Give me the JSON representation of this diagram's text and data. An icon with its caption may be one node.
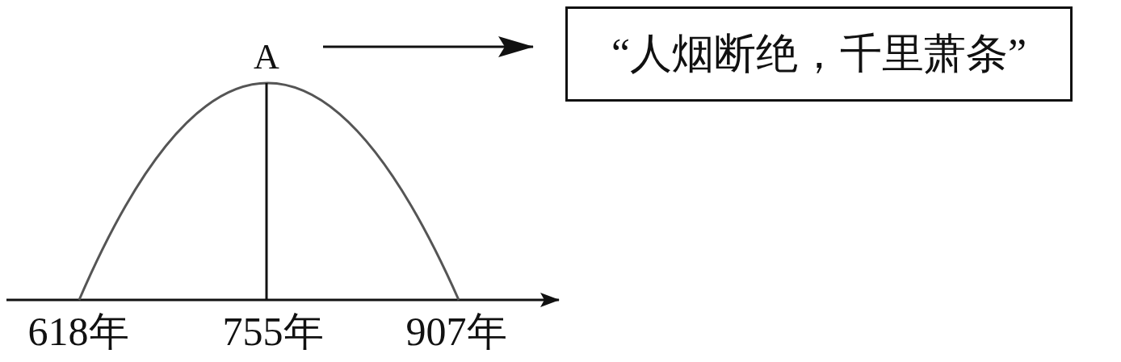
{
  "diagram": {
    "nodes": [
      {
        "text": [
          "A"
        ]
      },
      {
        "text": [
          "“人烟断绝，千里萧条”"
        ]
      }
    ],
    "edges": [
      {
        "from": 0,
        "to": 1,
        "arrow": "to"
      }
    ],
    "labels": [
      "618年",
      "755年",
      "907年"
    ]
  }
}
